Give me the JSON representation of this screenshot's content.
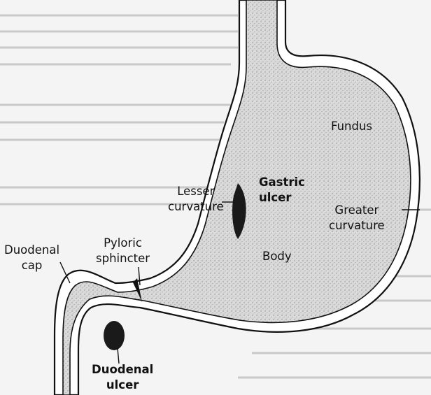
{
  "labels": {
    "fundus": "Fundus",
    "gastric_ulcer": [
      "Gastric",
      "ulcer"
    ],
    "lesser_curvature": [
      "Lesser",
      "curvature"
    ],
    "greater_curvature": [
      "Greater",
      "curvature"
    ],
    "duodenal_cap": [
      "Duodenal",
      "cap"
    ],
    "pyloric_sphincter": [
      "Pyloric",
      "sphincter"
    ],
    "body": "Body",
    "duodenal_ulcer": [
      "Duodenal",
      "ulcer"
    ]
  },
  "colors": {
    "outline": "#111111",
    "lumen_fill": "#d4d4d4",
    "ulcer": "#1a1a1a",
    "background_text": "#c8c8c8"
  }
}
